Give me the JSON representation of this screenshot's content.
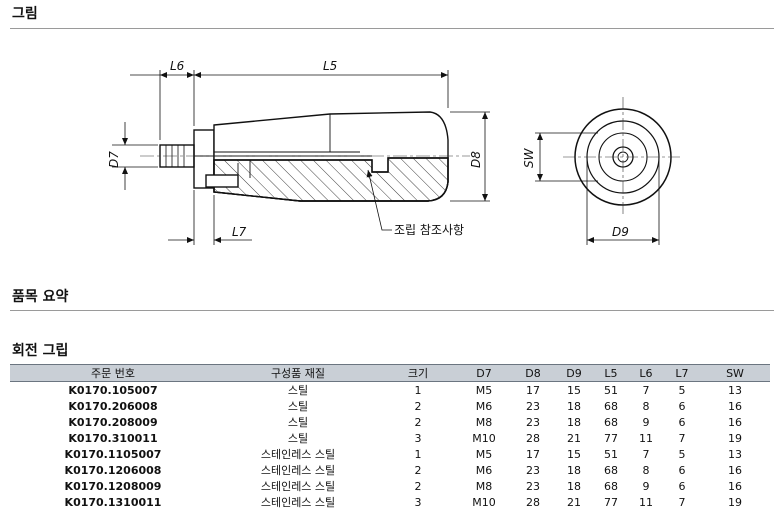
{
  "sections": {
    "drawing": "그림",
    "summary": "품목 요약",
    "rotating_grip": "회전 그립"
  },
  "dimensions": {
    "L6": "L6",
    "L5": "L5",
    "D7": "D7",
    "D8": "D8",
    "L7": "L7",
    "SW": "SW",
    "D9": "D9",
    "note": "조립 참조사항"
  },
  "table": {
    "headers": [
      "주문 번호",
      "구성품 재질",
      "크기",
      "D7",
      "D8",
      "D9",
      "L5",
      "L6",
      "L7",
      "SW"
    ],
    "rows": [
      [
        "K0170.105007",
        "스틸",
        "1",
        "M5",
        "17",
        "15",
        "51",
        "7",
        "5",
        "13"
      ],
      [
        "K0170.206008",
        "스틸",
        "2",
        "M6",
        "23",
        "18",
        "68",
        "8",
        "6",
        "16"
      ],
      [
        "K0170.208009",
        "스틸",
        "2",
        "M8",
        "23",
        "18",
        "68",
        "9",
        "6",
        "16"
      ],
      [
        "K0170.310011",
        "스틸",
        "3",
        "M10",
        "28",
        "21",
        "77",
        "11",
        "7",
        "19"
      ],
      [
        "K0170.1105007",
        "스테인레스 스틸",
        "1",
        "M5",
        "17",
        "15",
        "51",
        "7",
        "5",
        "13"
      ],
      [
        "K0170.1206008",
        "스테인레스 스틸",
        "2",
        "M6",
        "23",
        "18",
        "68",
        "8",
        "6",
        "16"
      ],
      [
        "K0170.1208009",
        "스테인레스 스틸",
        "2",
        "M8",
        "23",
        "18",
        "68",
        "9",
        "6",
        "16"
      ],
      [
        "K0170.1310011",
        "스테인레스 스틸",
        "3",
        "M10",
        "28",
        "21",
        "77",
        "11",
        "7",
        "19"
      ]
    ]
  }
}
